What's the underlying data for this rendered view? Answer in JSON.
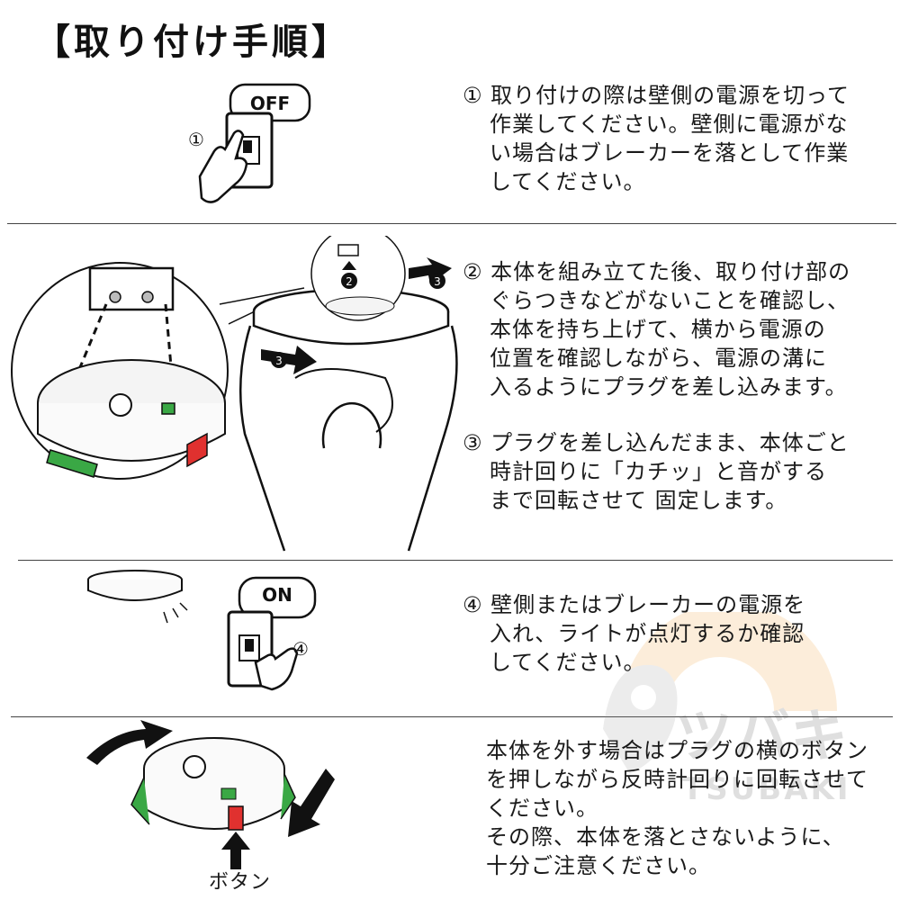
{
  "page": {
    "title": "【取り付け手順】"
  },
  "step1": {
    "figure_marker": "①",
    "bubble_label": "OFF",
    "lines": [
      "① 取り付けの際は壁側の電源を切って",
      "作業してください。壁側に電源がな",
      "い場合はブレーカーを落として作業",
      "してください。"
    ]
  },
  "step2": {
    "badge_a": "2",
    "badge_b": "3",
    "lines": [
      "② 本体を組み立てた後、取り付け部の",
      "ぐらつきなどがないことを確認し、",
      "本体を持ち上げて、横から電源の",
      "位置を確認しながら、電源の溝に",
      "入るようにプラグを差し込みます。"
    ]
  },
  "step3": {
    "lines": [
      "③ プラグを差し込んだまま、本体ごと",
      "時計回りに「カチッ」と音がする",
      "まで回転させて 固定します。"
    ]
  },
  "step4": {
    "figure_marker": "④",
    "bubble_label": "ON",
    "lines": [
      "④ 壁側またはブレーカーの電源を",
      "入れ、ライトが点灯するか確認",
      "してください。"
    ]
  },
  "removal": {
    "button_label": "ボタン",
    "lines": [
      "本体を外す場合はプラグの横のボタン",
      "を押しながら反時計回りに回転させて",
      "ください。",
      "その際、本体を落とさないように、",
      "十分ご注意ください。"
    ]
  },
  "watermark": {
    "kana": "ツバキ",
    "latin": "TSUBAKI"
  },
  "colors": {
    "ink": "#1a1a1a",
    "plug_green": "#3aa845",
    "button_red": "#e0312f",
    "watermark_orange": "#f2a23a"
  }
}
